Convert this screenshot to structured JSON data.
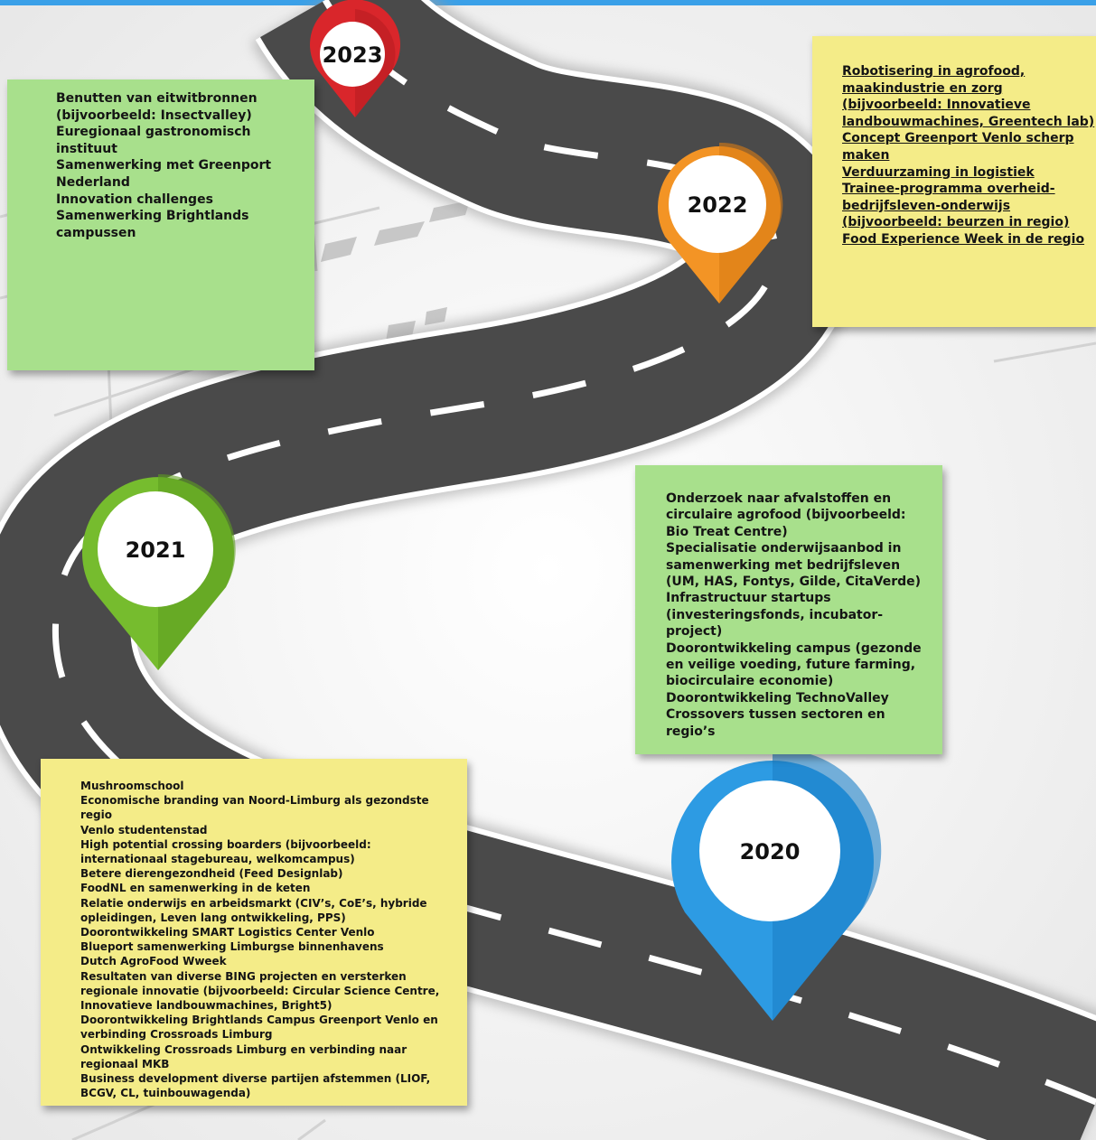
{
  "colors": {
    "background": "#f3f3f3",
    "road": "#4a4a4a",
    "road_edge": "#ffffff",
    "green_note": "#a8e08c",
    "yellow_note": "#f4ec88",
    "pin_2023": "#d9262b",
    "pin_2022": "#f39425",
    "pin_2021": "#76bc2e",
    "pin_2020": "#2d9be3"
  },
  "milestones": [
    {
      "year": "2023",
      "items": [
        "Benutten van eitwitbronnen (bijvoorbeeld: Insectvalley)",
        "Euregionaal gastronomisch instituut",
        "Samenwerking met Greenport Nederland",
        "Innovation challenges",
        "Samenwerking Brightlands campussen"
      ]
    },
    {
      "year": "2022",
      "items": [
        "Robotisering in agrofood, maakindustrie en zorg (bijvoorbeeld: Innovatieve landbouwmachines, Greentech lab)",
        "Concept Greenport Venlo scherp maken",
        "Verduurzaming in logistiek",
        "Trainee-programma overheid-bedrijfsleven-onderwijs (bijvoorbeeld: beurzen in regio)",
        "Food Experience Week in de regio"
      ]
    },
    {
      "year": "2021",
      "items": [
        "Onderzoek naar afvalstoffen en circulaire agrofood (bijvoorbeeld: Bio Treat Centre)",
        "Specialisatie onderwijsaanbod in samenwerking met bedrijfsleven (UM, HAS, Fontys, Gilde, CitaVerde)",
        "Infrastructuur startups (investeringsfonds, incubator-project)",
        "Doorontwikkeling campus (gezonde en veilige voeding, future farming, biocirculaire economie)",
        "Doorontwikkeling TechnoValley",
        "Crossovers tussen sectoren en regio’s"
      ]
    },
    {
      "year": "2020",
      "items": [
        "Mushroomschool",
        "Economische branding van Noord-Limburg als gezondste regio",
        "Venlo studentenstad",
        "High potential crossing boarders (bijvoorbeeld: internationaal stagebureau, welkomcampus)",
        "Betere dierengezondheid (Feed Designlab)",
        "FoodNL en samenwerking in de keten",
        "Relatie onderwijs en arbeidsmarkt (CIV’s, CoE’s, hybride opleidingen, Leven lang ontwikkeling, PPS)",
        "Doorontwikkeling SMART Logistics Center Venlo",
        "Blueport samenwerking Limburgse binnenhavens",
        "Dutch AgroFood Wweek",
        "Resultaten van diverse BING projecten en versterken regionale innovatie (bijvoorbeeld: Circular Science Centre, Innovatieve landbouwmachines, Bright5)",
        "Doorontwikkeling Brightlands Campus Greenport Venlo en verbinding Crossroads Limburg",
        "Ontwikkeling Crossroads Limburg en verbinding naar regionaal MKB",
        "Business development diverse partijen afstemmen (LIOF, BCGV, CL, tuinbouwagenda)"
      ]
    }
  ]
}
